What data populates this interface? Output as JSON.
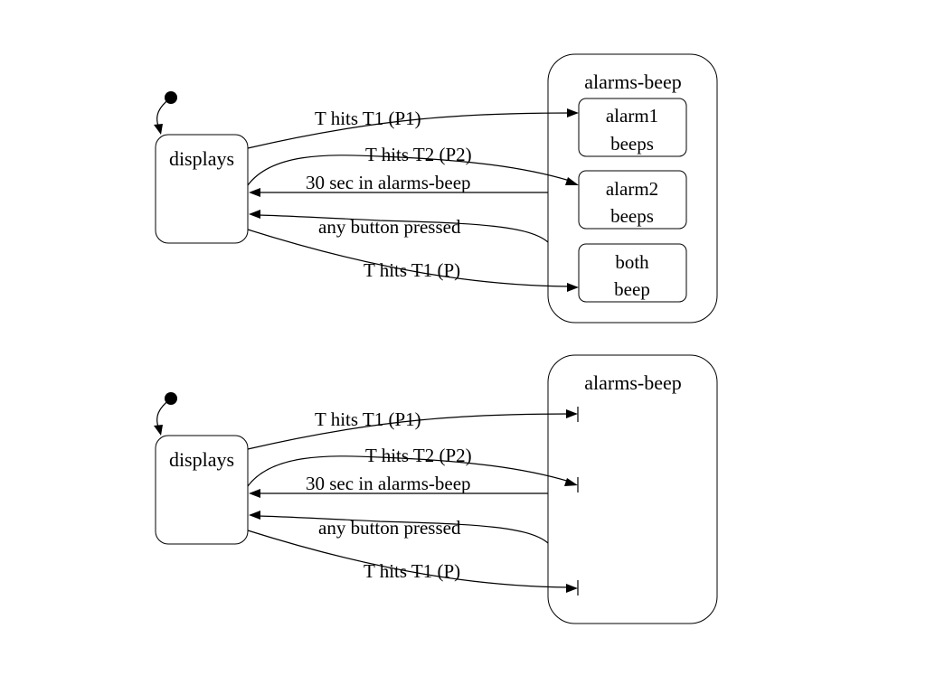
{
  "diagram_top": {
    "state": "displays",
    "group": {
      "title": "alarms-beep",
      "substates": [
        {
          "line1": "alarm1",
          "line2": "beeps"
        },
        {
          "line1": "alarm2",
          "line2": "beeps"
        },
        {
          "line1": "both",
          "line2": "beep"
        }
      ]
    },
    "transitions": [
      "T hits T1 (P1)",
      "T hits T2  (P2)",
      "30 sec in alarms-beep",
      "any button pressed",
      "T hits T1  (P)"
    ]
  },
  "diagram_bottom": {
    "state": "displays",
    "group": {
      "title": "alarms-beep"
    },
    "transitions": [
      "T hits T1 (P1)",
      "T hits T2  (P2)",
      "30 sec in alarms-beep",
      "any button pressed",
      "T hits T1  (P)"
    ]
  }
}
